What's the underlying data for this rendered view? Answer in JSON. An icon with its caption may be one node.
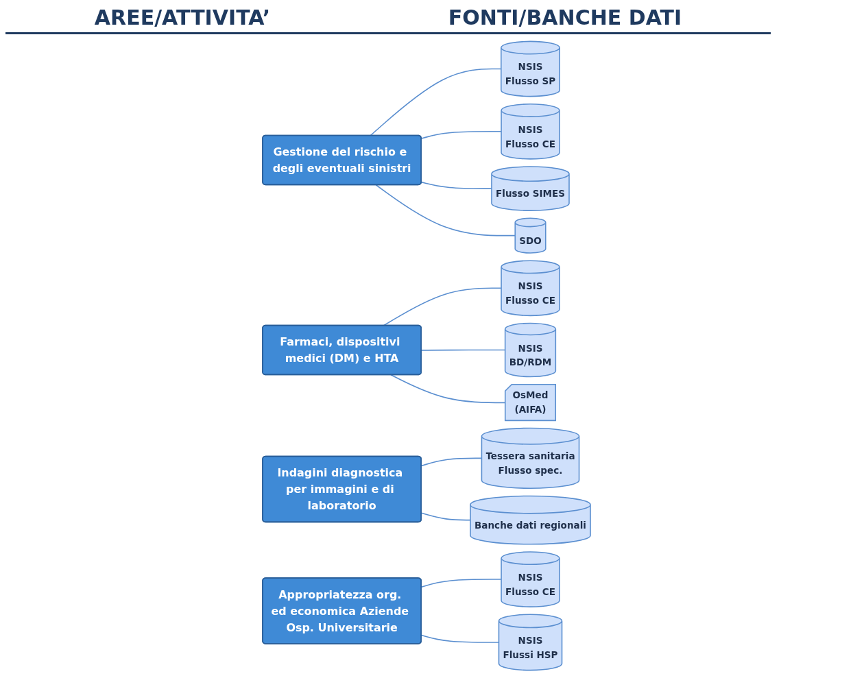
{
  "diagram": {
    "nodes": [
      {
        "text": [
          "Gestione del rischio e degli eventuali sinistri"
        ]
      },
      {
        "text": [
          "NSIS",
          "Flusso SP"
        ]
      },
      {
        "text": [
          "NSIS",
          "Flusso CE"
        ]
      },
      {
        "text": [
          "Flusso SIMES"
        ]
      },
      {
        "text": [
          "SDO"
        ]
      },
      {
        "text": [
          "Farmaci, dispositivi medici (DM) e HTA"
        ]
      },
      {
        "text": [
          "NSIS",
          "Flusso CE"
        ]
      },
      {
        "text": [
          "NSIS",
          "BD/RDM"
        ]
      },
      {
        "text": [
          "OsMed",
          "(AIFA)"
        ]
      },
      {
        "text": [
          "Indagini diagnostica per immagini e di laboratorio"
        ]
      },
      {
        "text": [
          "Tessera sanitaria",
          "Flusso spec."
        ]
      },
      {
        "text": [
          "Banche dati regionali"
        ]
      },
      {
        "text": [
          "Appropriatezza org. ed economica Aziende Osp. Universitarie"
        ]
      },
      {
        "text": [
          "NSIS",
          "Flusso CE"
        ]
      },
      {
        "text": [
          "NSIS",
          "Flussi HSP"
        ]
      }
    ],
    "edges": [
      {
        "from": 0,
        "to": 1,
        "arrow": "none"
      },
      {
        "from": 0,
        "to": 2,
        "arrow": "none"
      },
      {
        "from": 0,
        "to": 3,
        "arrow": "none"
      },
      {
        "from": 0,
        "to": 4,
        "arrow": "none"
      },
      {
        "from": 5,
        "to": 6,
        "arrow": "none"
      },
      {
        "from": 5,
        "to": 7,
        "arrow": "none"
      },
      {
        "from": 5,
        "to": 8,
        "arrow": "none"
      },
      {
        "from": 9,
        "to": 10,
        "arrow": "none"
      },
      {
        "from": 9,
        "to": 11,
        "arrow": "none"
      },
      {
        "from": 12,
        "to": 13,
        "arrow": "none"
      },
      {
        "from": 12,
        "to": 14,
        "arrow": "none"
      }
    ],
    "labels": [
      "AREE/ATTIVITA’",
      "FONTI/BANCHE DATI"
    ]
  }
}
